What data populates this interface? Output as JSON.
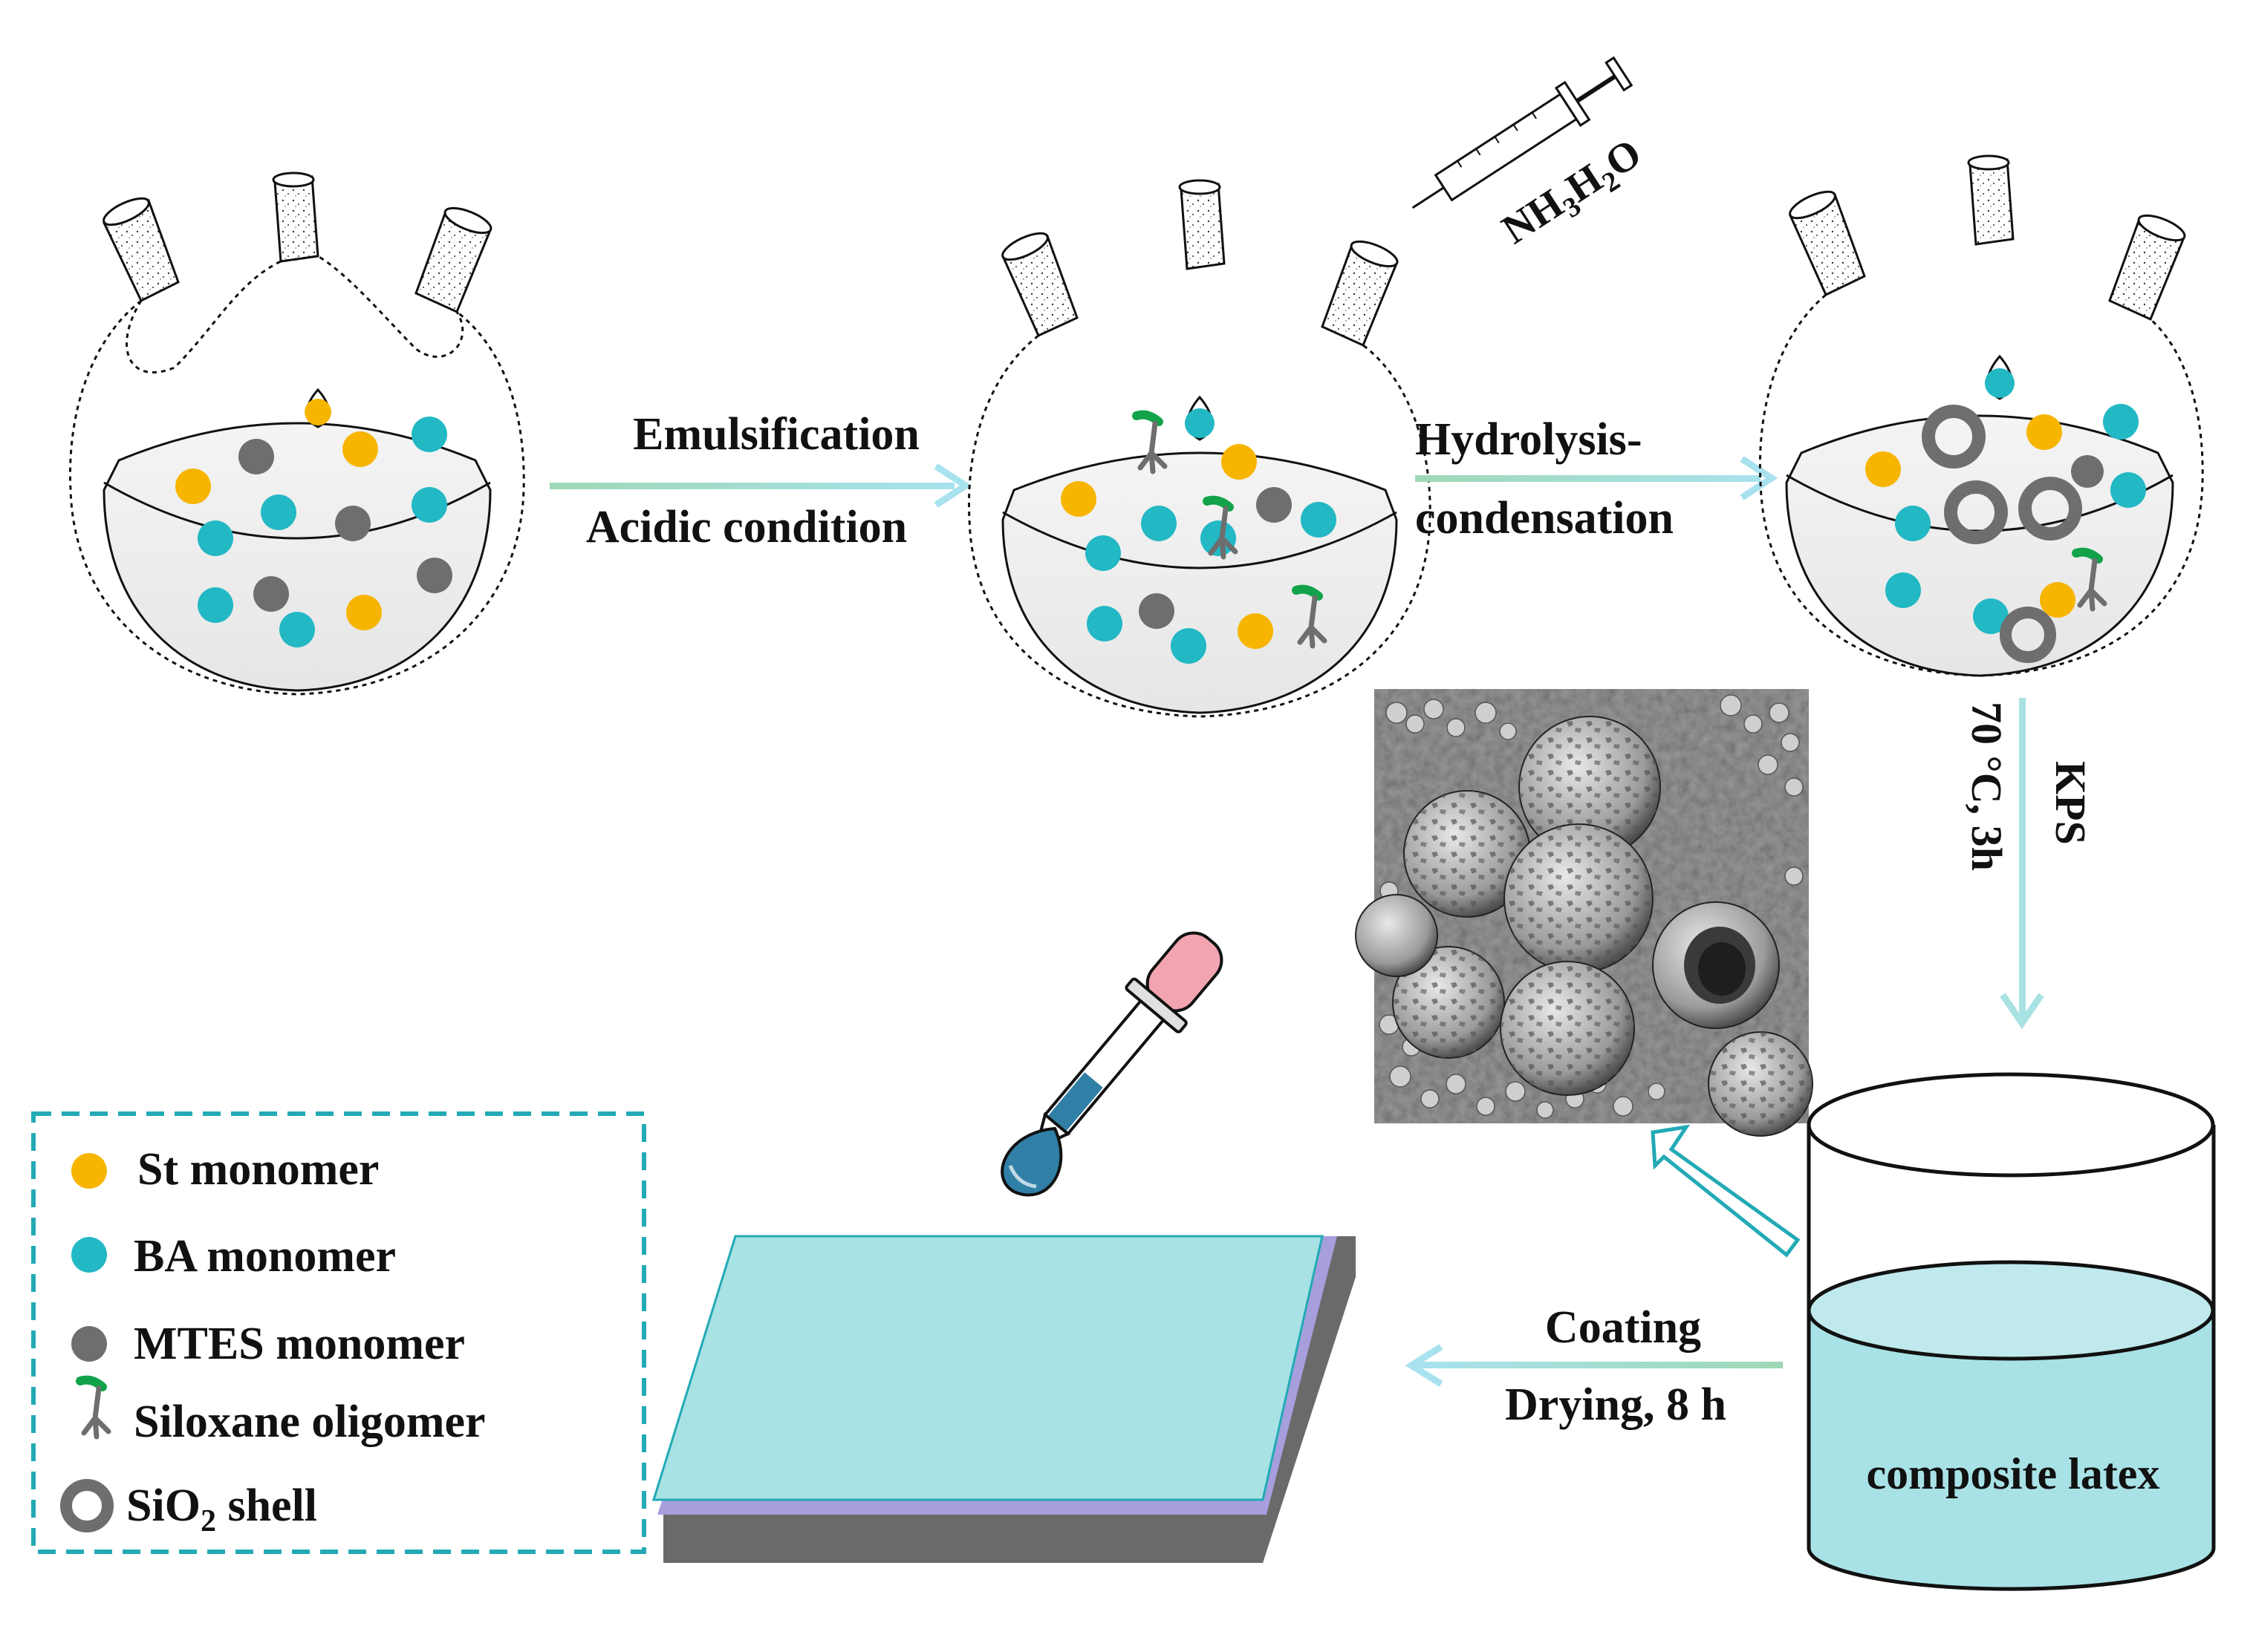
{
  "steps": {
    "emulsification": "Emulsification",
    "acidic_condition": "Acidic condition",
    "hydrolysis": "Hydrolysis-",
    "condensation": "condensation",
    "reagent_main": "NH",
    "reagent_sub1": "3",
    "reagent_mid": "H",
    "reagent_sub2": "2",
    "reagent_end": "O",
    "kps": "KPS",
    "temperature_time": "70 °C, 3h",
    "coating": "Coating",
    "drying": "Drying, 8 h"
  },
  "container": {
    "label": "composite latex"
  },
  "legend": {
    "items": [
      {
        "label": "St monomer",
        "color": "#f7b500",
        "icon": "yellow-dot"
      },
      {
        "label": "BA monomer",
        "color": "#22b8c4",
        "icon": "cyan-dot"
      },
      {
        "label": "MTES monomer",
        "color": "#6e6e6e",
        "icon": "gray-dot"
      },
      {
        "label": "Siloxane oligomer",
        "color": "#12a34a",
        "icon": "siloxane-oligomer-icon"
      }
    ],
    "sio2_prefix": "SiO",
    "sio2_sub": "2",
    "sio2_suffix": " shell"
  },
  "colors": {
    "st": "#f7b500",
    "ba": "#22b8c4",
    "mtes": "#6e6e6e",
    "oligomer": "#12a34a",
    "arrow": "#a8e2e2",
    "latex": "#a8e2e6",
    "substrate_top": "#a8e2e4",
    "substrate_mid": "#a79ede",
    "substrate_base": "#6a6a6a",
    "legend_border": "#22aab5",
    "dropper_bulb": "#f2a5b0"
  }
}
